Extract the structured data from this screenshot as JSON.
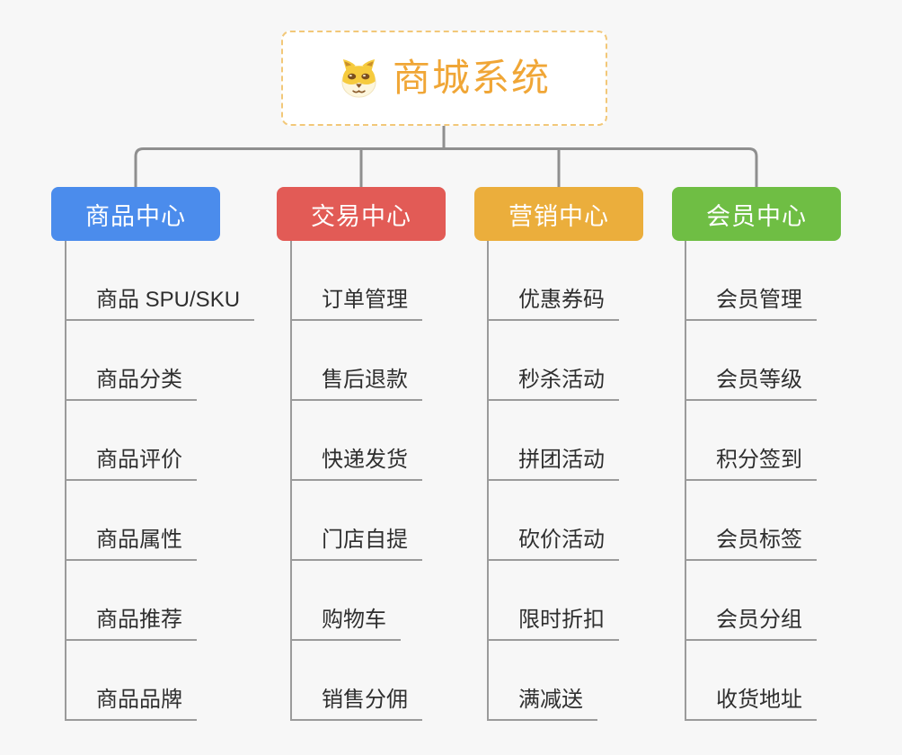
{
  "root": {
    "title": "商城系统",
    "icon": "dog-face-icon"
  },
  "branches": [
    {
      "label": "商品中心",
      "color": "#4b8cec",
      "children": [
        "商品 SPU/SKU",
        "商品分类",
        "商品评价",
        "商品属性",
        "商品推荐",
        "商品品牌"
      ]
    },
    {
      "label": "交易中心",
      "color": "#e25b56",
      "children": [
        "订单管理",
        "售后退款",
        "快递发货",
        "门店自提",
        "购物车",
        "销售分佣"
      ]
    },
    {
      "label": "营销中心",
      "color": "#ebae3c",
      "children": [
        "优惠券码",
        "秒杀活动",
        "拼团活动",
        "砍价活动",
        "限时折扣",
        "满减送"
      ]
    },
    {
      "label": "会员中心",
      "color": "#6fbe44",
      "children": [
        "会员管理",
        "会员等级",
        "积分签到",
        "会员标签",
        "会员分组",
        "收货地址"
      ]
    }
  ],
  "colors": {
    "background": "#f7f7f7",
    "root_border": "#f2c879",
    "root_text": "#f0a636",
    "connector": "#8f8f8f",
    "leaf_line": "#9b9b9b",
    "leaf_text": "#2f2f2f"
  }
}
